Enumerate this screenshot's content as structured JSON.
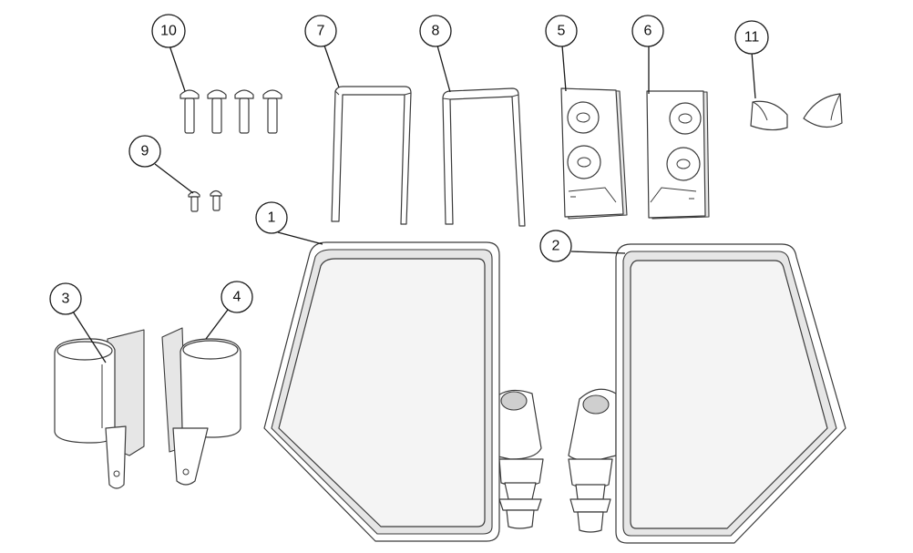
{
  "callouts": [
    {
      "id": "1",
      "label": "1"
    },
    {
      "id": "2",
      "label": "2"
    },
    {
      "id": "3",
      "label": "3"
    },
    {
      "id": "4",
      "label": "4"
    },
    {
      "id": "5",
      "label": "5"
    },
    {
      "id": "6",
      "label": "6"
    },
    {
      "id": "7",
      "label": "7"
    },
    {
      "id": "8",
      "label": "8"
    },
    {
      "id": "9",
      "label": "9"
    },
    {
      "id": "10",
      "label": "10"
    },
    {
      "id": "11",
      "label": "11"
    }
  ],
  "colors": {
    "line": "#1a1a1a",
    "part_fill": "#ffffff",
    "shade": "#e6e6e6"
  }
}
